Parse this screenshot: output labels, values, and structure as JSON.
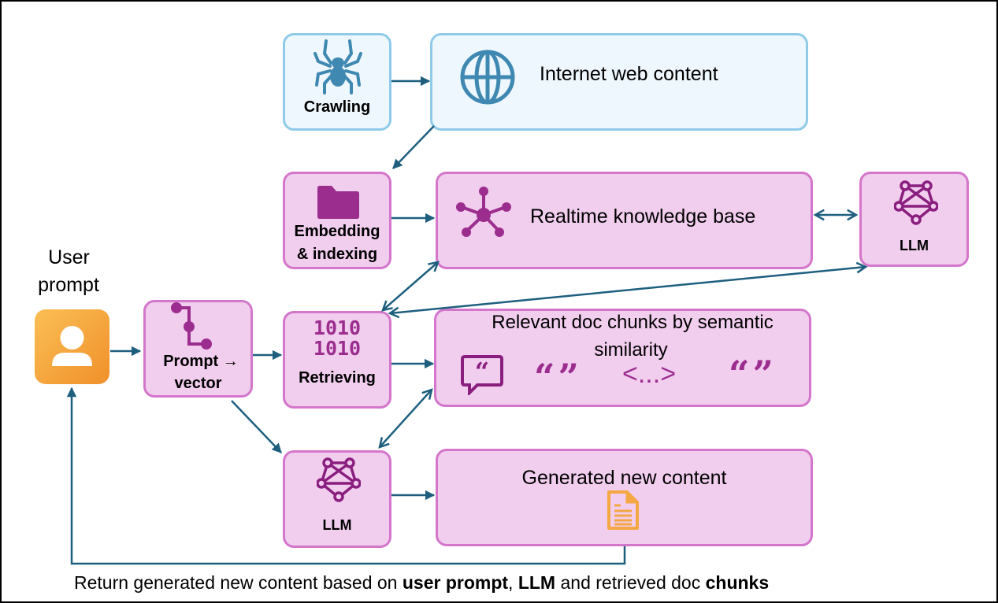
{
  "diagram": {
    "nodes": {
      "crawling": {
        "label": "Crawling",
        "icon": "spider-icon"
      },
      "internet": {
        "label": "Internet web content",
        "icon": "globe-icon"
      },
      "embedding": {
        "label_line1": "Embedding",
        "label_line2": "& indexing",
        "icon": "folder-icon"
      },
      "knowledge_base": {
        "label": "Realtime knowledge base",
        "icon": "network-hub-icon"
      },
      "llm_top": {
        "label": "LLM",
        "icon": "llm-network-icon"
      },
      "user_prompt": {
        "label_line1": "User",
        "label_line2": "prompt",
        "icon": "user-icon"
      },
      "prompt_vector": {
        "label_line1": "Prompt →",
        "label_line2": "vector",
        "icon": "vector-path-icon"
      },
      "retrieving": {
        "label": "Retrieving",
        "binary_line1": "1010",
        "binary_line2": "1010",
        "icon": "binary-icon"
      },
      "doc_chunks": {
        "label_line1": "Relevant doc chunks by semantic",
        "label_line2": "similarity",
        "quote_glyph": "“”",
        "code_glyph": "<...>",
        "icons": [
          "quote-bubble-icon",
          "quote-marks-icon",
          "code-brackets-icon",
          "quote-marks-icon"
        ]
      },
      "llm_bottom": {
        "label": "LLM",
        "icon": "llm-network-icon"
      },
      "generated": {
        "label": "Generated new content",
        "icon": "document-icon"
      }
    },
    "caption": {
      "part1": "Return generated new content based on ",
      "bold1": "user prompt",
      "part2": ", ",
      "bold2": "LLM",
      "part3": " and retrieved doc ",
      "bold3": "chunks"
    },
    "colors": {
      "arrow": "#1e5f7f",
      "purple_border": "#d476cb",
      "purple_fill": "#f1cdee",
      "purple_icon": "#9b2d8f",
      "blue_border": "#8fcbe8",
      "blue_fill": "#eef7fd",
      "blue_icon": "#3f88b2",
      "orange": "#f4a742"
    }
  }
}
